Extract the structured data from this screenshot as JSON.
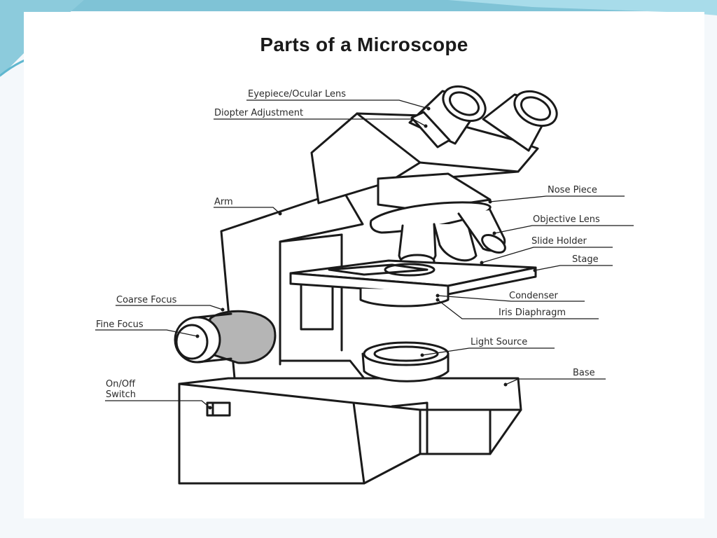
{
  "title": "Parts of a Microscope",
  "labels": {
    "eyepiece": "Eyepiece/Ocular Lens",
    "diopter": "Diopter Adjustment",
    "arm": "Arm",
    "coarse_focus": "Coarse Focus",
    "fine_focus": "Fine Focus",
    "on_off_line1": "On/Off",
    "on_off_line2": "Switch",
    "nose_piece": "Nose Piece",
    "objective_lens": "Objective Lens",
    "slide_holder": "Slide Holder",
    "stage": "Stage",
    "condenser": "Condenser",
    "iris_diaphragm": "Iris Diaphragm",
    "light_source": "Light Source",
    "base": "Base"
  },
  "colors": {
    "slide_accent": "#5fb7cf",
    "slide_accent_light": "#9fd8e6",
    "ink": "#1a1a1a",
    "focus_knob_shade": "#b5b5b5"
  }
}
